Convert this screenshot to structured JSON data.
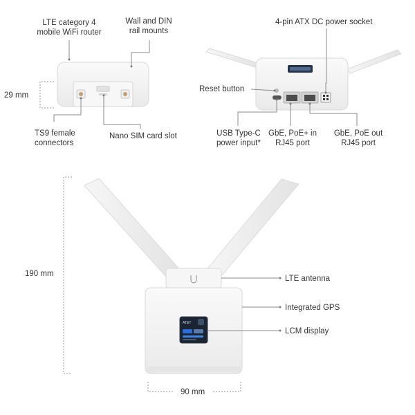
{
  "labels": {
    "lte_router": [
      "LTE category 4",
      "mobile WiFi router"
    ],
    "mounts": [
      "Wall and DIN",
      "rail mounts"
    ],
    "power_socket": "4-pin ATX DC power socket",
    "reset": "Reset button",
    "height_small": "29 mm",
    "ts9": [
      "TS9 female",
      "connectors"
    ],
    "nano_sim": "Nano SIM card slot",
    "usbc": [
      "USB Type-C",
      "power input*"
    ],
    "gbe_in": [
      "GbE, PoE+ in",
      "RJ45 port"
    ],
    "gbe_out": [
      "GbE, PoE out",
      "RJ45 port"
    ],
    "height_total": "190 mm",
    "lte_antenna": "LTE antenna",
    "gps": "Integrated GPS",
    "lcm": "LCM display",
    "width": "90 mm"
  },
  "screen": {
    "carrier": "AT&T",
    "brand_logo": "U"
  },
  "colors": {
    "device": "#f4f4f4",
    "device_edge": "#d9d9d9",
    "screen_bg": "#1e2a3a",
    "leader": "#8a8a8a"
  }
}
